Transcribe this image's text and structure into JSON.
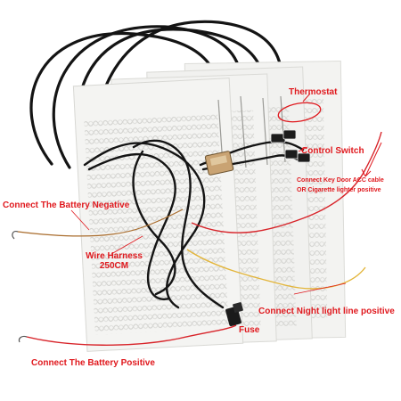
{
  "labels": {
    "thermostat": "Thermostat",
    "control_switch": "Control Switch",
    "acc_line1": "Connect Key Door ACC cable",
    "acc_line2": "OR Cigarette lighter positive",
    "battery_negative": "Connect The Battery Negative",
    "wire_harness_line1": "Wire Harness",
    "wire_harness_line2": "250CM",
    "night_light": "Connect Night light line positive",
    "fuse": "Fuse",
    "battery_positive": "Connect The Battery Positive"
  },
  "colors": {
    "label": "#e0191e",
    "pad": "#f3f3f1",
    "pad_pattern": "#b7b7b3",
    "cable": "#141414",
    "red_wire": "#d8242a",
    "yellow_wire": "#e3b53a",
    "switch_box": "#c9a373"
  }
}
